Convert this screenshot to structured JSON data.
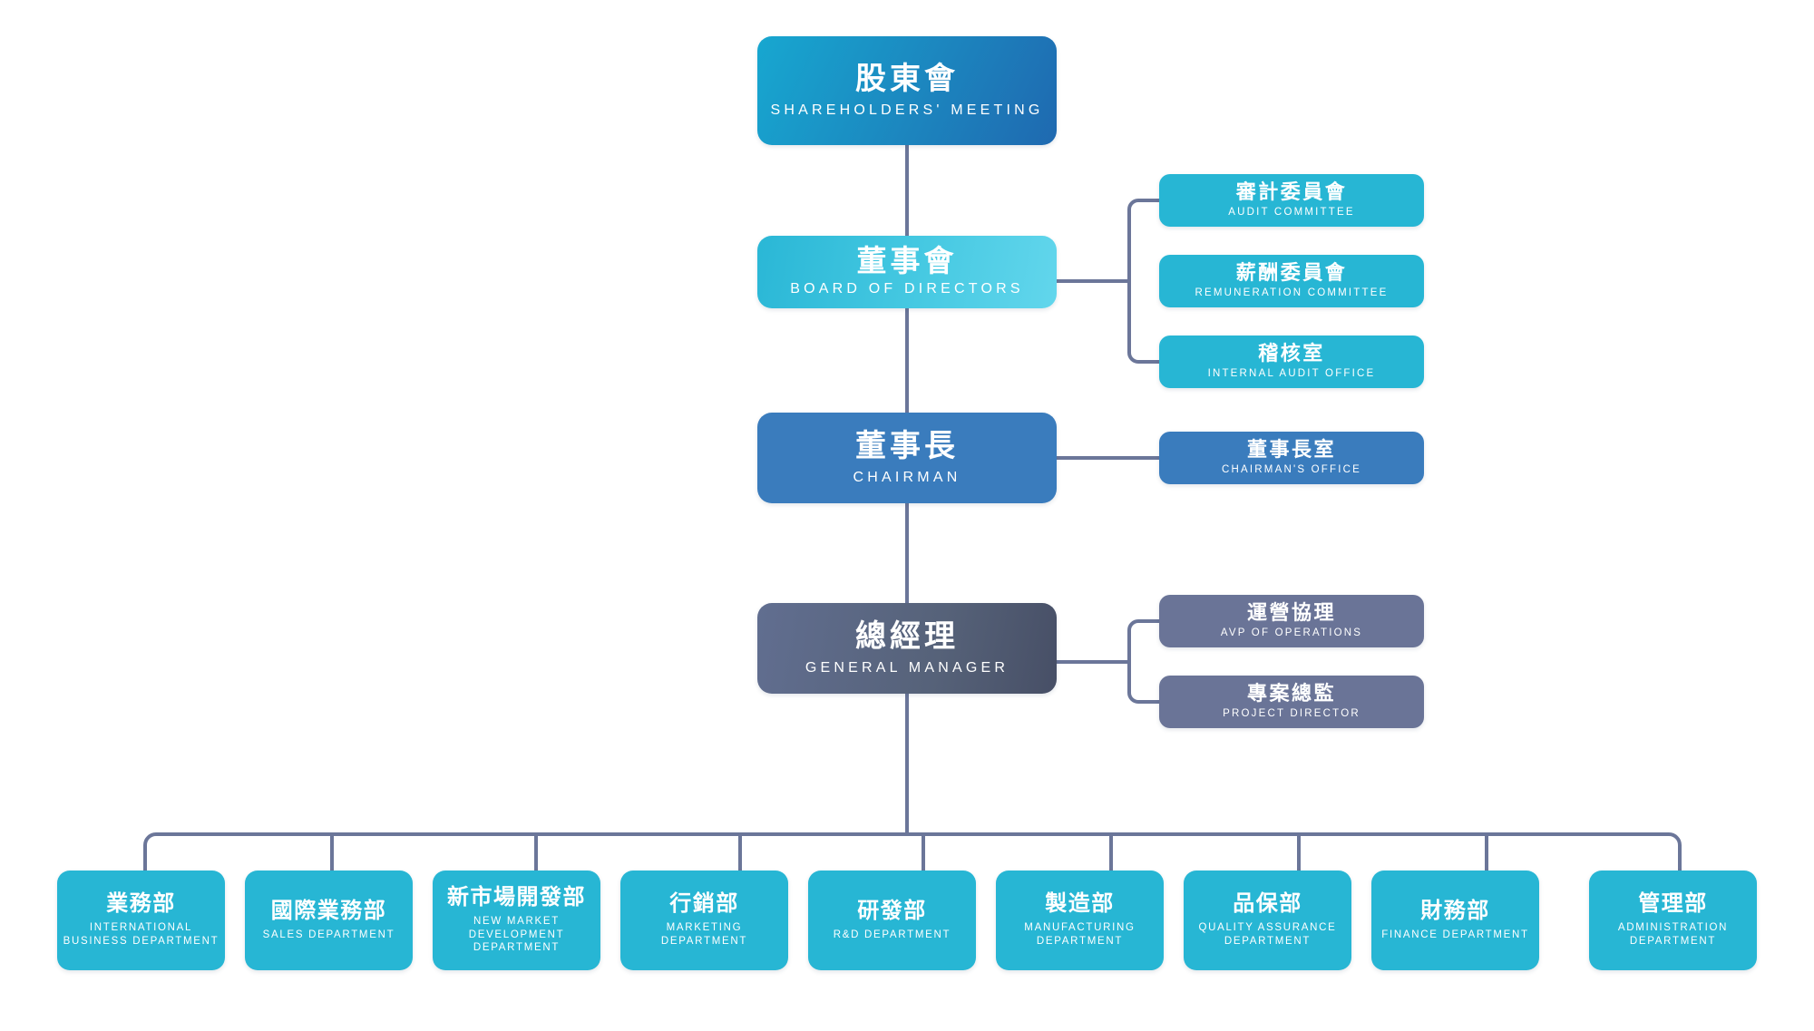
{
  "colors": {
    "cyan": "#27b6d4",
    "blue": "#3a7cbd",
    "slate": "#6a7497",
    "connector": "#6b7699",
    "background": "#ffffff"
  },
  "top": {
    "zh": "股東會",
    "en": "SHAREHOLDERS' MEETING"
  },
  "board": {
    "zh": "董事會",
    "en": "BOARD OF DIRECTORS",
    "committees": [
      {
        "zh": "審計委員會",
        "en": "AUDIT COMMITTEE"
      },
      {
        "zh": "薪酬委員會",
        "en": "REMUNERATION COMMITTEE"
      },
      {
        "zh": "稽核室",
        "en": "INTERNAL AUDIT OFFICE"
      }
    ]
  },
  "chairman": {
    "zh": "董事長",
    "en": "CHAIRMAN",
    "offices": [
      {
        "zh": "董事長室",
        "en": "CHAIRMAN'S OFFICE"
      }
    ]
  },
  "general_manager": {
    "zh": "總經理",
    "en": "GENERAL MANAGER",
    "staff": [
      {
        "zh": "運營協理",
        "en": "AVP OF OPERATIONS"
      },
      {
        "zh": "專案總監",
        "en": "PROJECT DIRECTOR"
      }
    ]
  },
  "departments": [
    {
      "zh": "業務部",
      "en": "INTERNATIONAL BUSINESS DEPARTMENT"
    },
    {
      "zh": "國際業務部",
      "en": "SALES DEPARTMENT"
    },
    {
      "zh": "新市場開發部",
      "en": "NEW MARKET DEVELOPMENT DEPARTMENT"
    },
    {
      "zh": "行銷部",
      "en": "MARKETING DEPARTMENT"
    },
    {
      "zh": "研發部",
      "en": "R&D DEPARTMENT"
    },
    {
      "zh": "製造部",
      "en": "MANUFACTURING DEPARTMENT"
    },
    {
      "zh": "品保部",
      "en": "QUALITY ASSURANCE DEPARTMENT"
    },
    {
      "zh": "財務部",
      "en": "FINANCE DEPARTMENT"
    },
    {
      "zh": "管理部",
      "en": "ADMINISTRATION DEPARTMENT"
    }
  ]
}
